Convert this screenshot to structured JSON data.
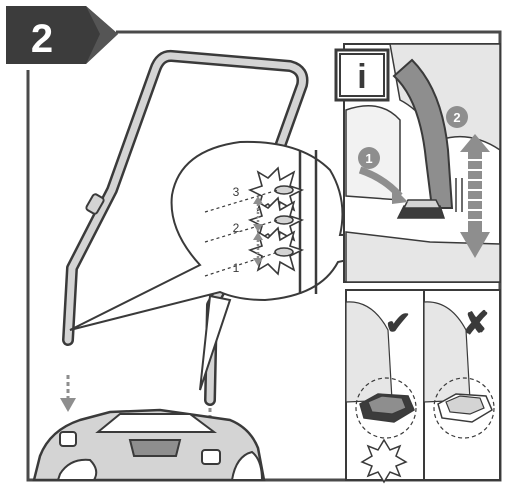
{
  "step": {
    "number": "2"
  },
  "info": {
    "glyph": "i"
  },
  "callouts": {
    "step_one": "1",
    "step_two": "2"
  },
  "notches": {
    "labels": [
      "3",
      "2",
      "1"
    ]
  },
  "verdict": {
    "correct_symbol": "✔",
    "wrong_symbol": "✘"
  },
  "colors": {
    "frame": "#4a4a4a",
    "panel_dark": "#3c3c3c",
    "light_gray": "#d4d4d4",
    "mid_gray": "#8e8e8e",
    "white": "#ffffff"
  }
}
